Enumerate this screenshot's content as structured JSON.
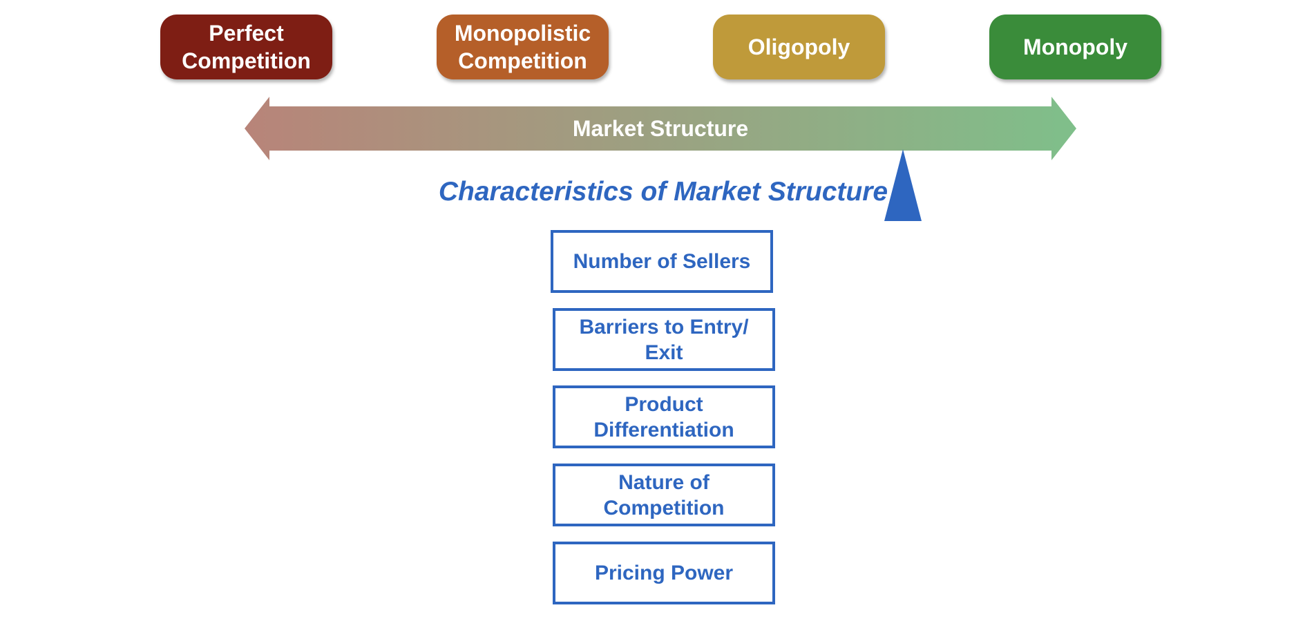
{
  "market_types": [
    {
      "label": "Perfect\nCompetition",
      "color": "#7e1e14"
    },
    {
      "label": "Monopolistic\nCompetition",
      "color": "#b55f29"
    },
    {
      "label": "Oligopoly",
      "color": "#bf9a3a"
    },
    {
      "label": "Monopoly",
      "color": "#3a8c3a"
    }
  ],
  "arrow": {
    "label": "Market Structure",
    "color_start": "#b88479",
    "color_end": "#7fbf8a"
  },
  "pointer_color": "#2e66c0",
  "heading": "Characteristics of Market Structure",
  "characteristics": [
    "Number of Sellers",
    "Barriers to Entry/\nExit",
    "Product\nDifferentiation",
    "Nature of\nCompetition",
    "Pricing Power"
  ]
}
